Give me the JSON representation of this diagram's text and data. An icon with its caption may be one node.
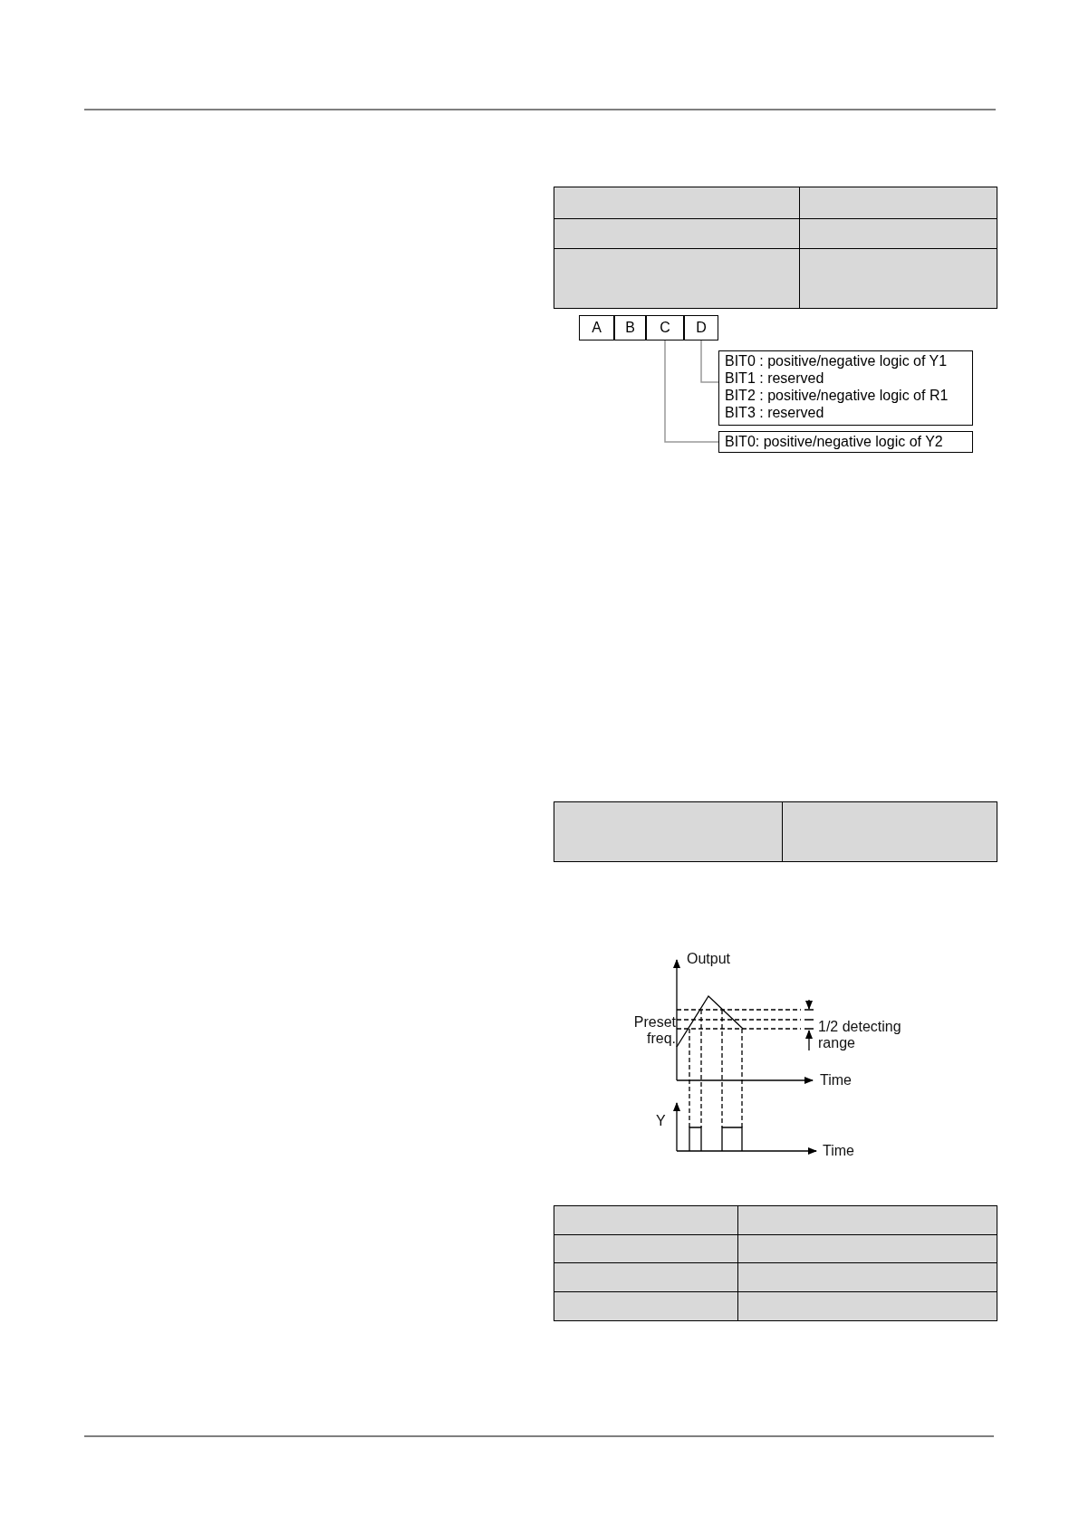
{
  "diagram": {
    "nodes": [
      {
        "text": [
          "A"
        ]
      },
      {
        "text": [
          "B"
        ]
      },
      {
        "text": [
          "C"
        ]
      },
      {
        "text": [
          "D"
        ]
      },
      {
        "text": [
          "BIT0 : positive/negative logic of Y1",
          "BIT1 : reserved",
          "BIT2 : positive/negative logic of R1",
          "BIT3 : reserved"
        ]
      },
      {
        "text": [
          "BIT0: positive/negative logic of Y2"
        ]
      }
    ],
    "edges": [
      {
        "from": 3,
        "to": 4,
        "arrow": "none"
      },
      {
        "from": 2,
        "to": 5,
        "arrow": "none"
      }
    ],
    "labels": [
      "Output",
      "Preset freq.",
      "1/2 detecting range",
      "Time",
      "Y",
      "Time"
    ]
  }
}
